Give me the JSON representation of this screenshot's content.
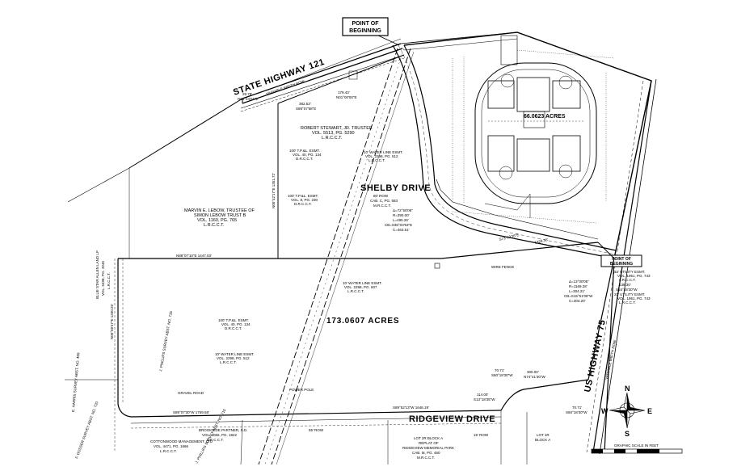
{
  "roads": {
    "state_highway": "STATE HIGHWAY 121",
    "state_highway_sub": "VARIABLE WIDTH ROW",
    "shelby": "SHELBY DRIVE",
    "shelby_sub1": "80' ROW",
    "shelby_sub2": "CAB. C, PG. 583",
    "shelby_sub3": "M.R.C.C.T.",
    "ridgeview": "RIDGEVIEW DRIVE",
    "us_highway": "US HIGHWAY 75",
    "us_highway_sub": "VARIABLE WIDTH ROW"
  },
  "callouts": {
    "pob_top_1": "POINT OF",
    "pob_top_2": "BEGINNING",
    "pob_right_1": "POINT OF",
    "pob_right_2": "BEGINNING"
  },
  "tracts": {
    "main_acres": "173.0607 ACRES",
    "ne_acres": "66.0623 ACRES"
  },
  "owners": {
    "stewart": [
      "ROBERT STEWART, JR. TRUSTEE",
      "VOL. 5513, PG. 5290",
      "L.R.C.C.T."
    ],
    "lebow": [
      "MARVIN E. LEBOW, TRUSTEE OF",
      "SIMON LEBOW TRUST B",
      "VOL. 1160, PG. 765",
      "L.R.C.C.T."
    ],
    "blue_star": [
      "BLUE STAR ALLEN LAND LP",
      "VOL. 5498, PG. 3245",
      "L.R.C.C.T."
    ],
    "cottonwood": [
      "COTTONWOOD MANAGEMENT, LTD",
      "VOL. 4471, PG. 1666",
      "L.R.C.C.T."
    ],
    "brookside": [
      "BROOKSIDE PARTNER, S.D.",
      "VOL. 4066, PG. 1842",
      "L.R.C.C.T."
    ],
    "ridgeview_park": [
      "LOT 2R BLOCK A",
      "REPLAT OF",
      "RIDGEVIEW MEMORIAL PARK",
      "CAB. M, PG. 460",
      "M.R.C.C.T."
    ],
    "lot1r": [
      "LOT 1R",
      "BLOCK A"
    ]
  },
  "surveys": {
    "phillips_1": "J. PHILLIPS SURVEY ABST. NO. 716",
    "harris": "E. HARRIS SURVEY ABST. NO. 409",
    "dosser": "F. DOSSER SURVEY ABST. NO. 720",
    "phillips_2": "J. PHILLIPS SURVEY ABST. NO. 715"
  },
  "bearings": {
    "b1": "29.79'",
    "b2": "N64°24'01\"E",
    "b3": "179.43'",
    "b4": "N01°00'00\"E",
    "b5": "382.53'",
    "b6": "S89°07'58\"E",
    "b7": "N00°42'17\"E  1351.72'",
    "b8": "N88°07'10\"E  1447.03'",
    "b9": "N00°58'47\"E  1330.25'",
    "b10": "S89°07'30\"W  1759.58'",
    "b11": "S89°52'13\"W  1646.19'",
    "b12": "114.00'",
    "b13": "S13°18'35\"W",
    "b14": "70.71'",
    "b15": "S60°18'30\"W",
    "b16": "300.00'",
    "b17": "N74°41'30\"W",
    "b18": "70.71'",
    "b19": "S60°18'30\"W",
    "b20": "1328.16'",
    "b21": "S73°53'26\"E",
    "b22": "138.30'",
    "b23": "S16°48'30\"W",
    "curve1": [
      "Δ=72°50'06\"",
      "R=390.00'",
      "L=495.26'",
      "CB=S36°03'53\"E",
      "C=463.51'"
    ],
    "curve2": [
      "Δ=13°00'05\"",
      "R=1169.28'",
      "L=304.21'",
      "CB=S15°51'08\"W",
      "C=304.20'"
    ]
  },
  "easements": {
    "e1": [
      "100' T.P.&L. ESMT.",
      "VOL. 40, PG. 134",
      "D.R.C.C.T."
    ],
    "e2": [
      "10' WATER LINE ESMT.",
      "VOL. 2298, PG. 512",
      "L.R.C.C.T."
    ],
    "e3": [
      "100' T.P.&L. ESMT.",
      "VOL. 8, PG. 230",
      "D.R.C.C.T."
    ],
    "e4": [
      "10' WATER LINE ESMT.",
      "VOL. 2298, PG. 507",
      "L.R.C.C.T."
    ],
    "e5": [
      "100' T.P.&L. ESMT.",
      "VOL. 40, PG. 134",
      "D.R.C.C.T."
    ],
    "e6": [
      "10' WATER LINE ESMT.",
      "VOL. 2298, PG. 512",
      "L.R.C.C.T."
    ],
    "e7": [
      "15' UTILITY ESMT.",
      "VOL. 1951, PG. 743",
      "L.R.C.C.T."
    ],
    "e8": [
      "20' UTILITY ESMT.",
      "VOL. 1951, PG. 743",
      "L.R.C.C.T."
    ]
  },
  "misc": {
    "row_55": "55' ROW",
    "row_15": "15' ROW",
    "scale": "GRAPHIC SCALE IN FEET",
    "north": "N",
    "south": "S",
    "east": "E",
    "west": "W",
    "wire_fence": "WIRE FENCE",
    "power_pole": "POWER POLE",
    "gravel_road": "GRAVEL ROAD"
  },
  "colors": {
    "ink": "#000000",
    "paper": "#ffffff"
  }
}
